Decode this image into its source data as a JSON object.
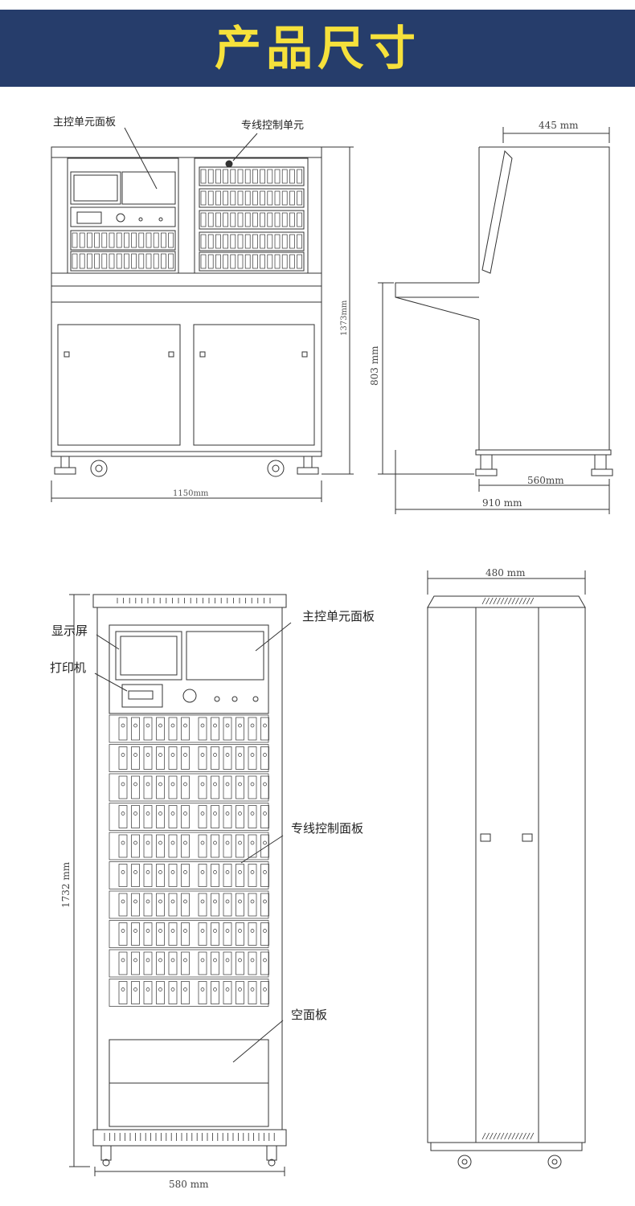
{
  "header": {
    "title": "产品尺寸",
    "background": "#263d6b",
    "title_color": "#f6e13b"
  },
  "console_front": {
    "label_main_panel": "主控单元面板",
    "label_dedicated_unit": "专线控制单元",
    "dim_width": "1150mm",
    "dim_height": "1373mm"
  },
  "console_side": {
    "dim_top_depth": "445 mm",
    "dim_base_height": "803 mm",
    "dim_base_depth": "560mm",
    "dim_total_depth": "910 mm"
  },
  "cabinet_front": {
    "label_display": "显示屏",
    "label_printer": "打印机",
    "label_main_panel": "主控单元面板",
    "label_dedicated_panel": "专线控制面板",
    "label_blank_panel": "空面板",
    "dim_height": "1732 mm",
    "dim_width": "580 mm",
    "panel_rows": 10
  },
  "cabinet_side": {
    "dim_width": "480 mm"
  }
}
